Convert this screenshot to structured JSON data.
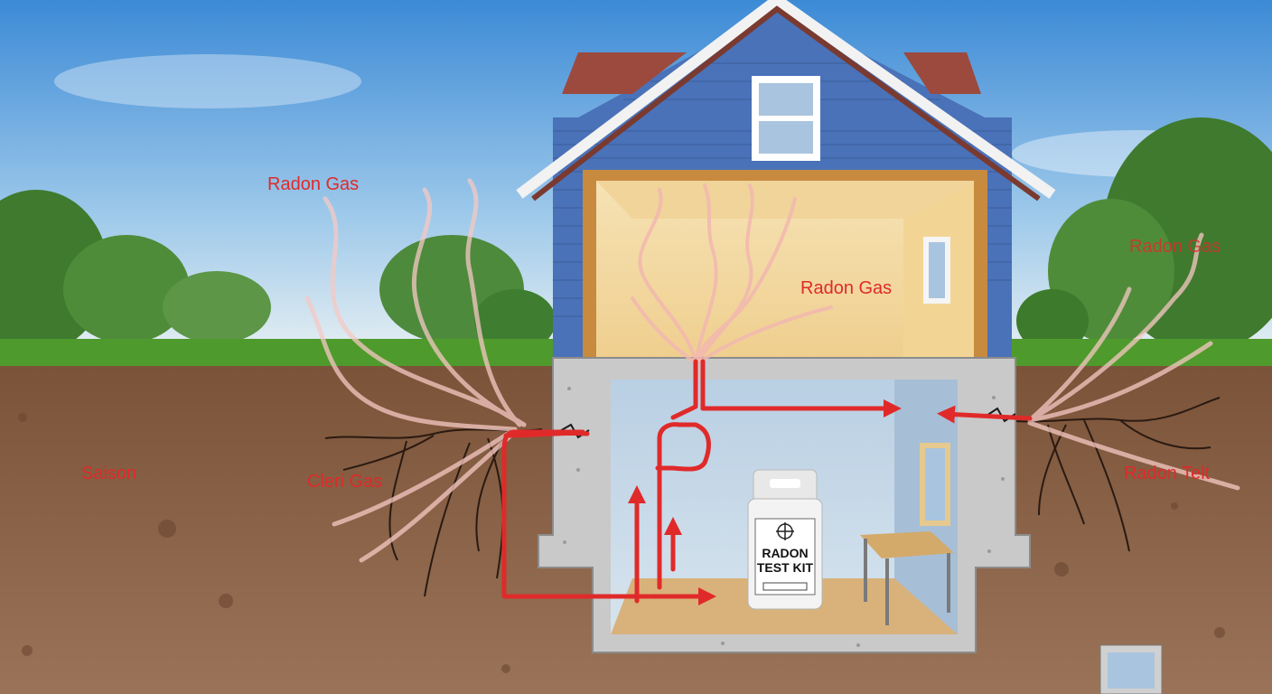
{
  "labels": {
    "top_left": "Radon Gas",
    "room": "Radon Gas",
    "right_top": "Radon Gas",
    "soil_left": "Saison",
    "soil_mid_left": "Cleri Gas",
    "soil_right": "Radon Telt"
  },
  "kit": {
    "line1": "RADON",
    "line2": "TEST KIT"
  },
  "colors": {
    "sky_top": "#3f8fd8",
    "sky_bottom": "#dbeaf4",
    "grass": "#4f9a2c",
    "soil": "#8a6246",
    "siding": "#4a72b8",
    "roof": "#9c4a3e",
    "interior_wall": "#f3d9a4",
    "basement_wall": "#c6d8e8",
    "concrete": "#c9c9c9",
    "radon_path": "#e02a2a"
  },
  "icons": {
    "kit_symbol": "crosshair-icon"
  }
}
